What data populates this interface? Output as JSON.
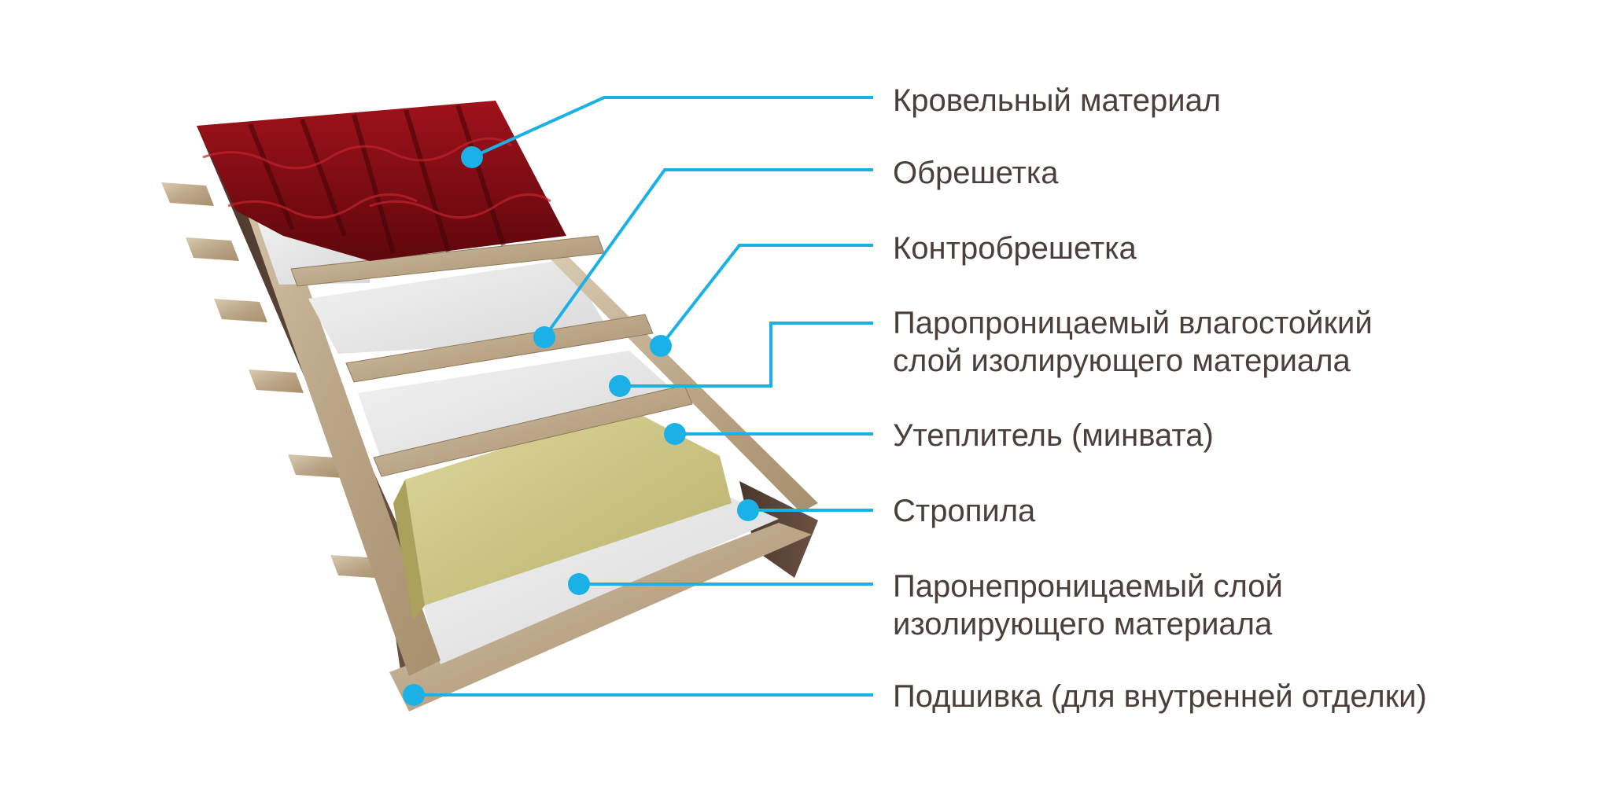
{
  "colors": {
    "leader": "#1bb1e6",
    "label_text": "#4a3f3a",
    "tile": "#8b0d14",
    "wood": "#c9b89b",
    "rafter": "#5a4436",
    "membrane": "#e6e6e6",
    "insulation": "#cfc98a"
  },
  "layers": [
    {
      "id": "roofing",
      "lines": [
        "Кровельный материал"
      ]
    },
    {
      "id": "battens",
      "lines": [
        "Обрешетка"
      ]
    },
    {
      "id": "counter-battens",
      "lines": [
        "Контробрешетка"
      ]
    },
    {
      "id": "vapor-permeable",
      "lines": [
        "Паропроницаемый влагостойкий",
        "слой изолирующего материала"
      ]
    },
    {
      "id": "insulation",
      "lines": [
        "Утеплитель (минвата)"
      ]
    },
    {
      "id": "rafters",
      "lines": [
        "Стропила"
      ]
    },
    {
      "id": "vapor-barrier",
      "lines": [
        "Паронепроницаемый слой",
        "изолирующего материала"
      ]
    },
    {
      "id": "lining",
      "lines": [
        "Подшивка (для внутренней отделки)"
      ]
    }
  ]
}
